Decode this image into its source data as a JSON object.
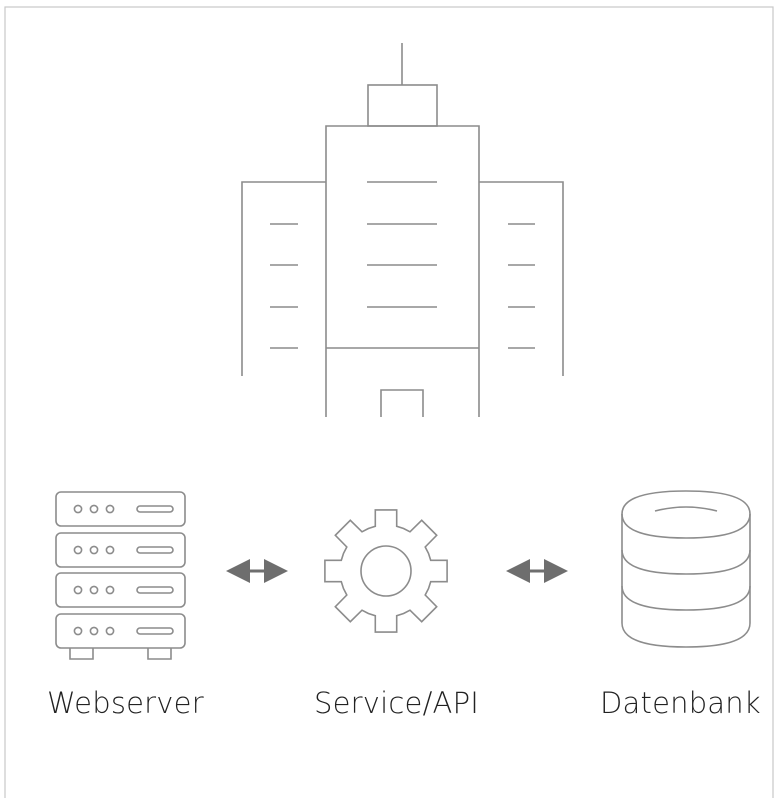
{
  "colors": {
    "stroke": "#8c8c8c",
    "frame": "#c8c8c8",
    "arrow": "#6e6e6e",
    "text": "#222222",
    "background": "#ffffff"
  },
  "icons": {
    "building": "building-icon",
    "webserver": "server-rack-icon",
    "service": "gear-icon",
    "database": "database-icon",
    "connector": "double-arrow-icon"
  },
  "nodes": {
    "webserver": {
      "label": "Webserver"
    },
    "service": {
      "label": "Service/API"
    },
    "database": {
      "label": "Datenbank"
    }
  }
}
